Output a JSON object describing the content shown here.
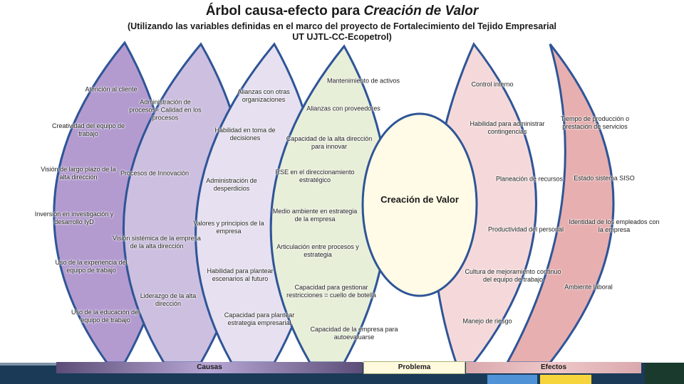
{
  "title": {
    "prefix": "Árbol causa-efecto para ",
    "emphasis": "Creación de Valor"
  },
  "subtitle": {
    "line1": "(Utilizando las variables definidas en el marco del proyecto de Fortalecimiento del Tejido Empresarial",
    "line2": "UT UJTL-CC-Ecopetrol)"
  },
  "center": {
    "label": "Creación de Valor"
  },
  "colors": {
    "band1": "#b39bd0",
    "band2": "#cdbfe0",
    "band3": "#e6e0f0",
    "band4": "#e8efd8",
    "band5": "#f5d9da",
    "band6": "#e7afb0",
    "outline": "#2f5597"
  },
  "causes": {
    "band1": [
      "Atención al cliente",
      "Creatividad del equipo de trabajo",
      "Visión de largo plazo de la alta dirección",
      "Inversión en investigación y desarrollo IyD",
      "Uso de la experiencia del equipo de trabajo",
      "Uso de la educación del equipo de trabajo"
    ],
    "band2": [
      "Administración de procesos= Calidad en los procesos",
      "Procesos de Innovación",
      "Visión sistémica de la empresa de la alta dirección",
      "Liderazgo de la alta dirección"
    ],
    "band3": [
      "Alianzas con otras organizaciones",
      "Habilidad en toma de decisiones",
      "Administración de desperdicios",
      "Valores y principios de la empresa",
      "Habilidad para plantear escenarios al futuro",
      "Capacidad para plantear estrategia empresarial"
    ],
    "band4": [
      "Mantenimiento de activos",
      "Alianzas con proveedores",
      "Capacidad de la alta dirección para innovar",
      "RSE en el direccionamiento estratégico",
      "Medio ambiente en estrategia de la empresa",
      "Articulación entre procesos y estrategia",
      "Capacidad para gestionar restricciones = cuello de botella",
      "Capacidad de la empresa para autoevaluarse"
    ]
  },
  "effects": {
    "band5": [
      "Control interno",
      "Habilidad para administrar contingencias",
      "Planeación de recursos",
      "Productividad del personal",
      "Cultura de mejoramiento continuo del equipo de trabajo",
      "Manejo de riesgo"
    ],
    "band6": [
      "Tiempo de producción o prestación de servicios",
      "Estado sistema SISO",
      "Identidad de los empleados con la empresa",
      "Ambiente laboral"
    ]
  },
  "footer": {
    "causas": "Causas",
    "problema": "Problema",
    "efectos": "Efectos"
  }
}
